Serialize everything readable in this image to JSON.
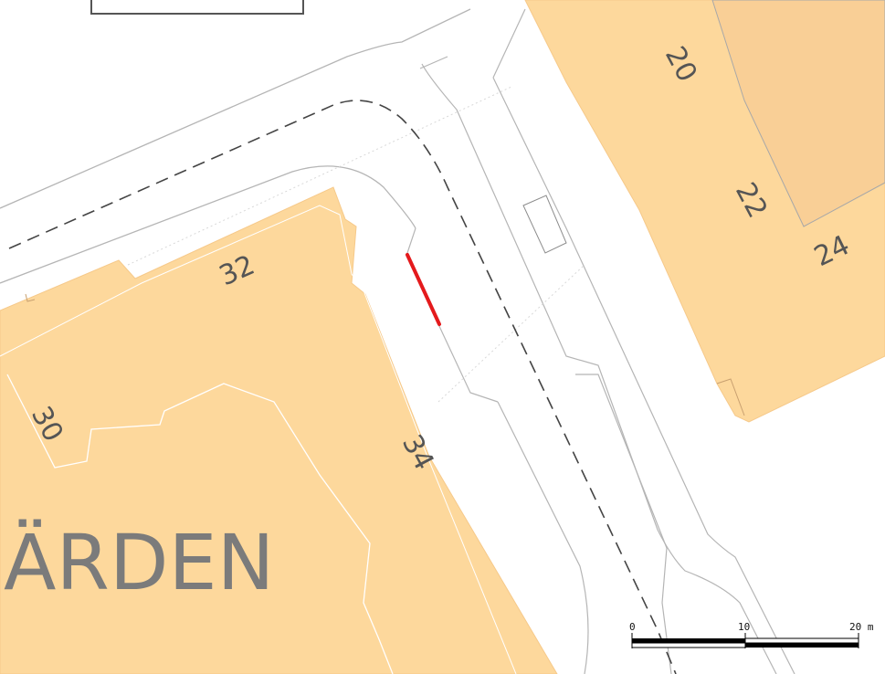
{
  "map": {
    "block_label": "ÄRDEN",
    "house_numbers": {
      "n20": "20",
      "n22": "22",
      "n24": "24",
      "n30": "30",
      "n32": "32",
      "n34": "34"
    },
    "scale_bar": {
      "label_start": "0",
      "label_mid": "10",
      "label_end": "20 m"
    },
    "colors": {
      "building": "#fdd89c",
      "building_dark": "#f9cf96",
      "road_edge": "#b5b5b5",
      "road_center": "#444444",
      "highlight": "#e41a1c"
    }
  }
}
